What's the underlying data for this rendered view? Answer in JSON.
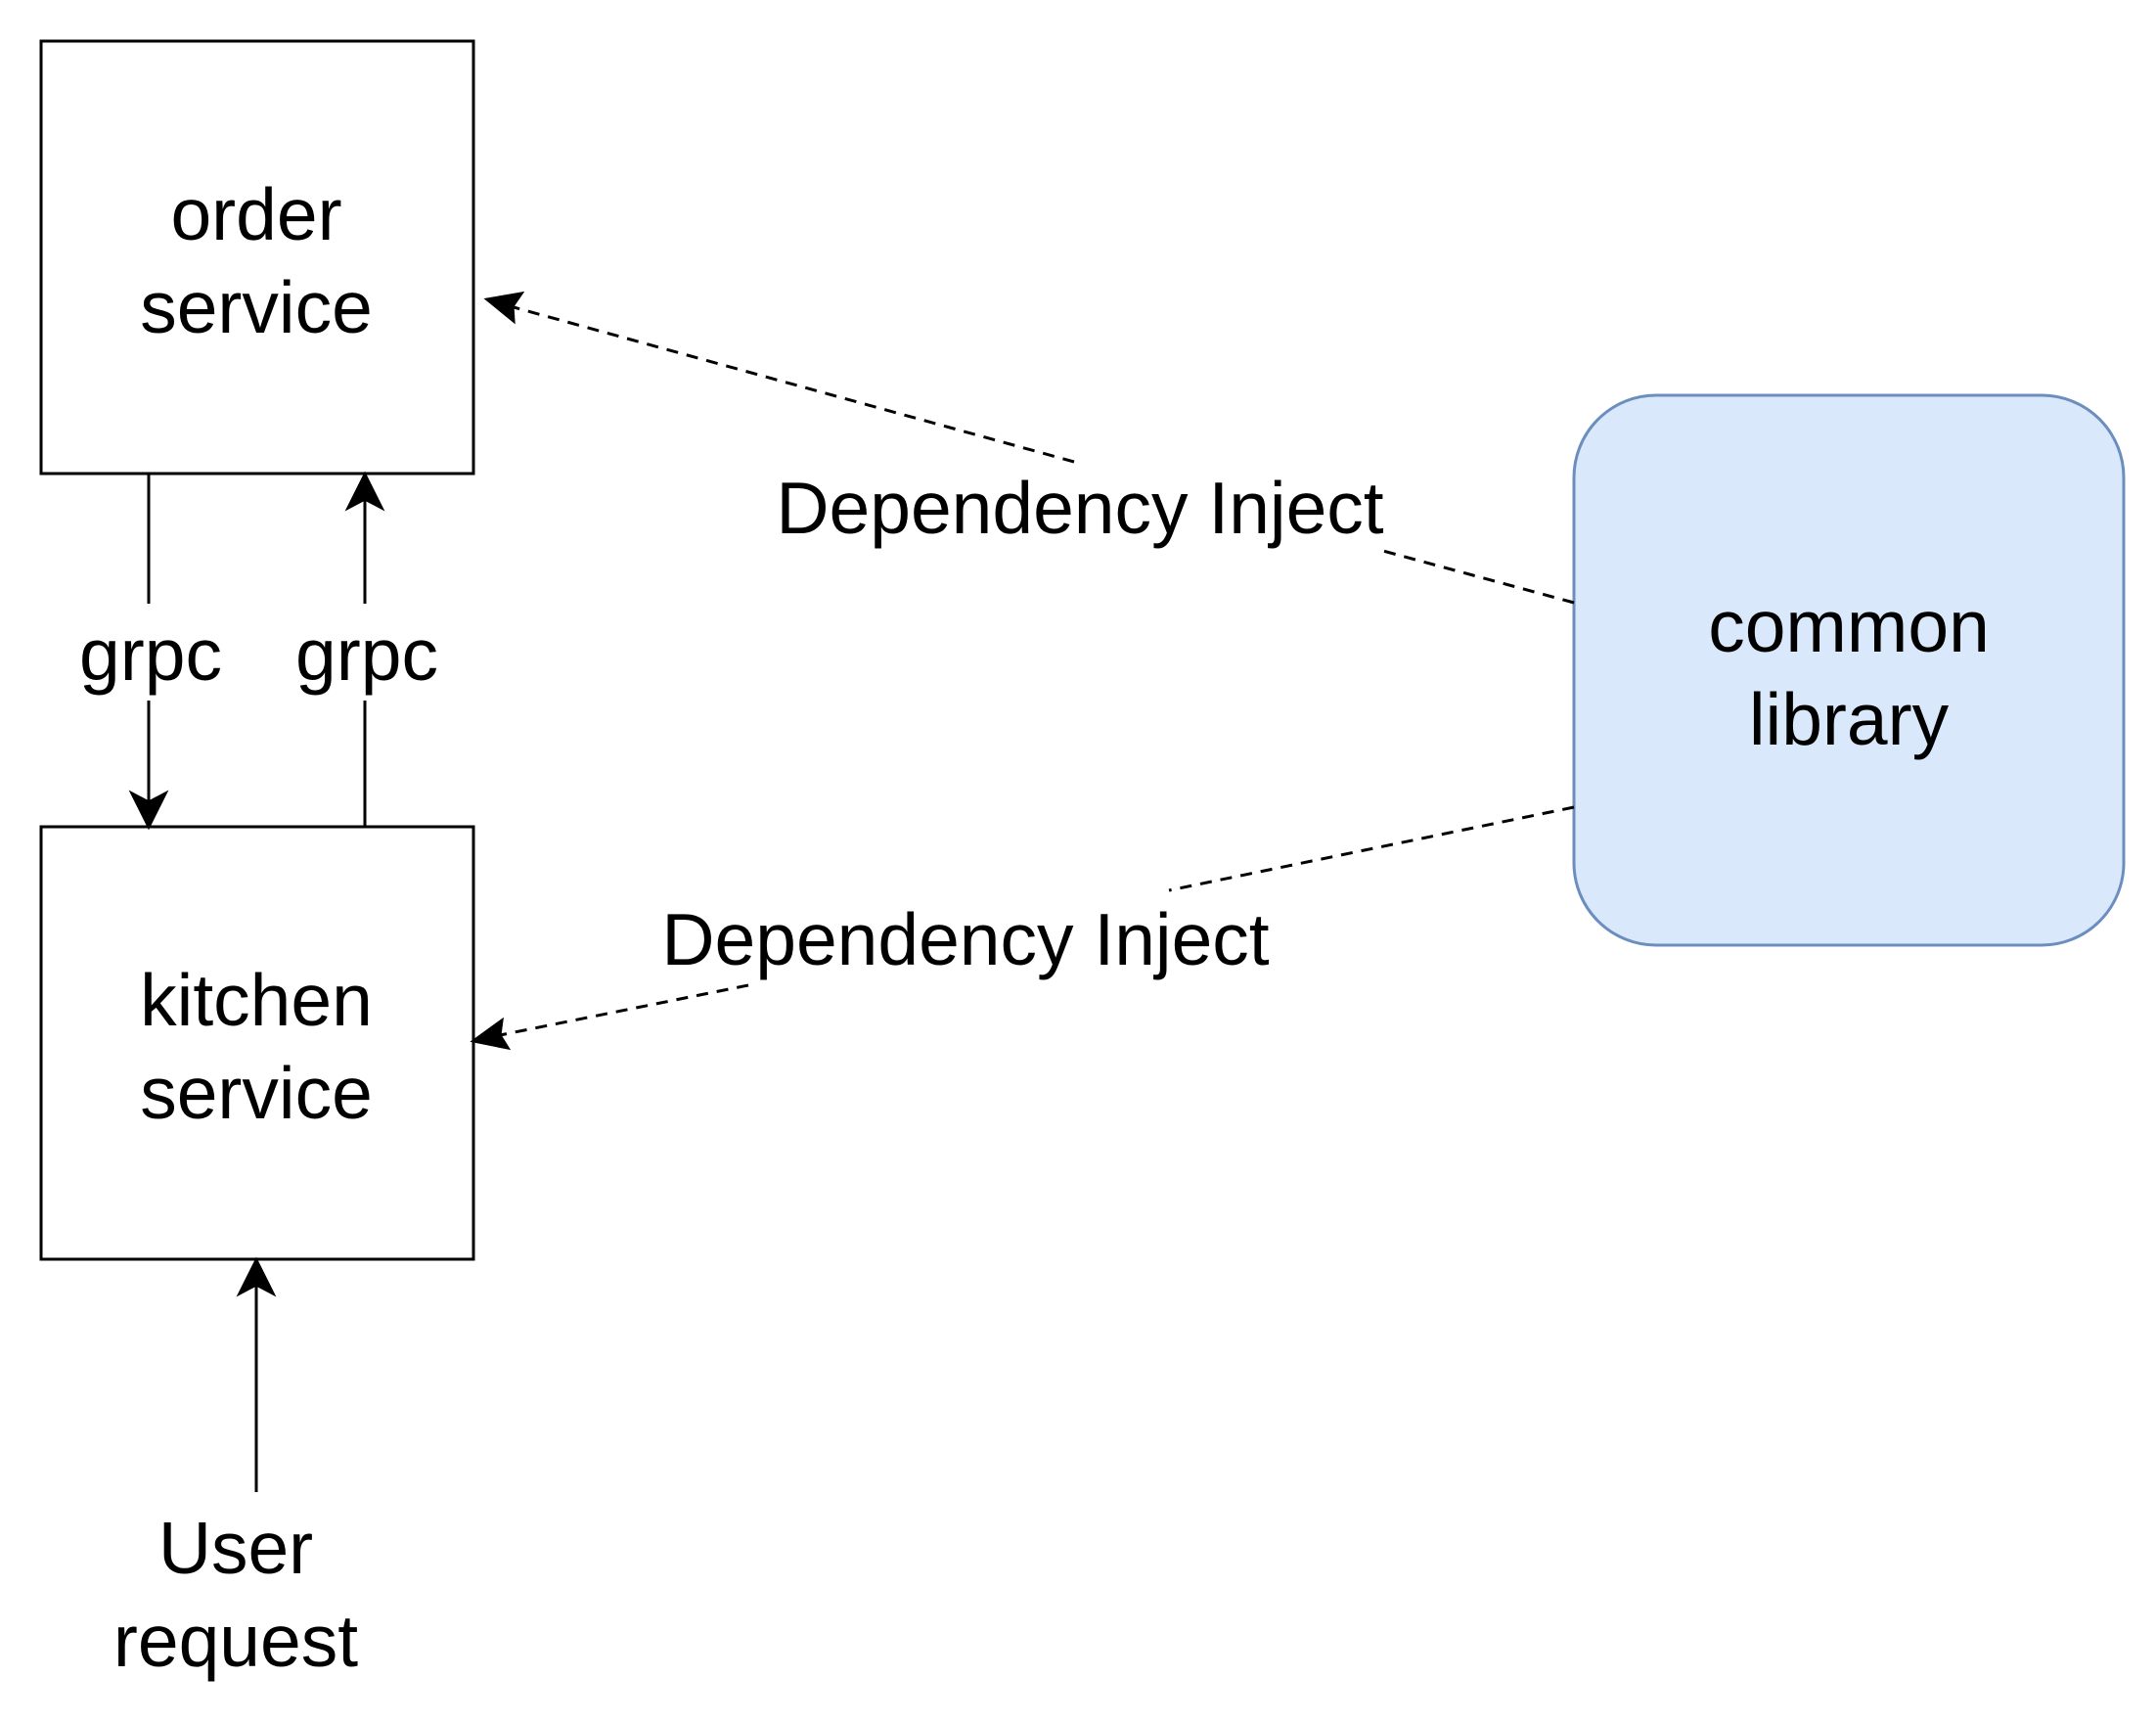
{
  "nodes": {
    "order_service": {
      "line1": "order",
      "line2": "service"
    },
    "kitchen_service": {
      "line1": "kitchen",
      "line2": "service"
    },
    "common_library": {
      "line1": "common",
      "line2": "library"
    },
    "user_request": {
      "line1": "User",
      "line2": "request"
    }
  },
  "edges": {
    "grpc_down": {
      "label": "grpc"
    },
    "grpc_up": {
      "label": "grpc"
    },
    "inject_order": {
      "label": "Dependency Inject"
    },
    "inject_kitchen": {
      "label": "Dependency Inject"
    }
  },
  "colors": {
    "library_fill": "#dae8fc",
    "library_stroke": "#6c8ebf",
    "stroke": "#000000"
  }
}
